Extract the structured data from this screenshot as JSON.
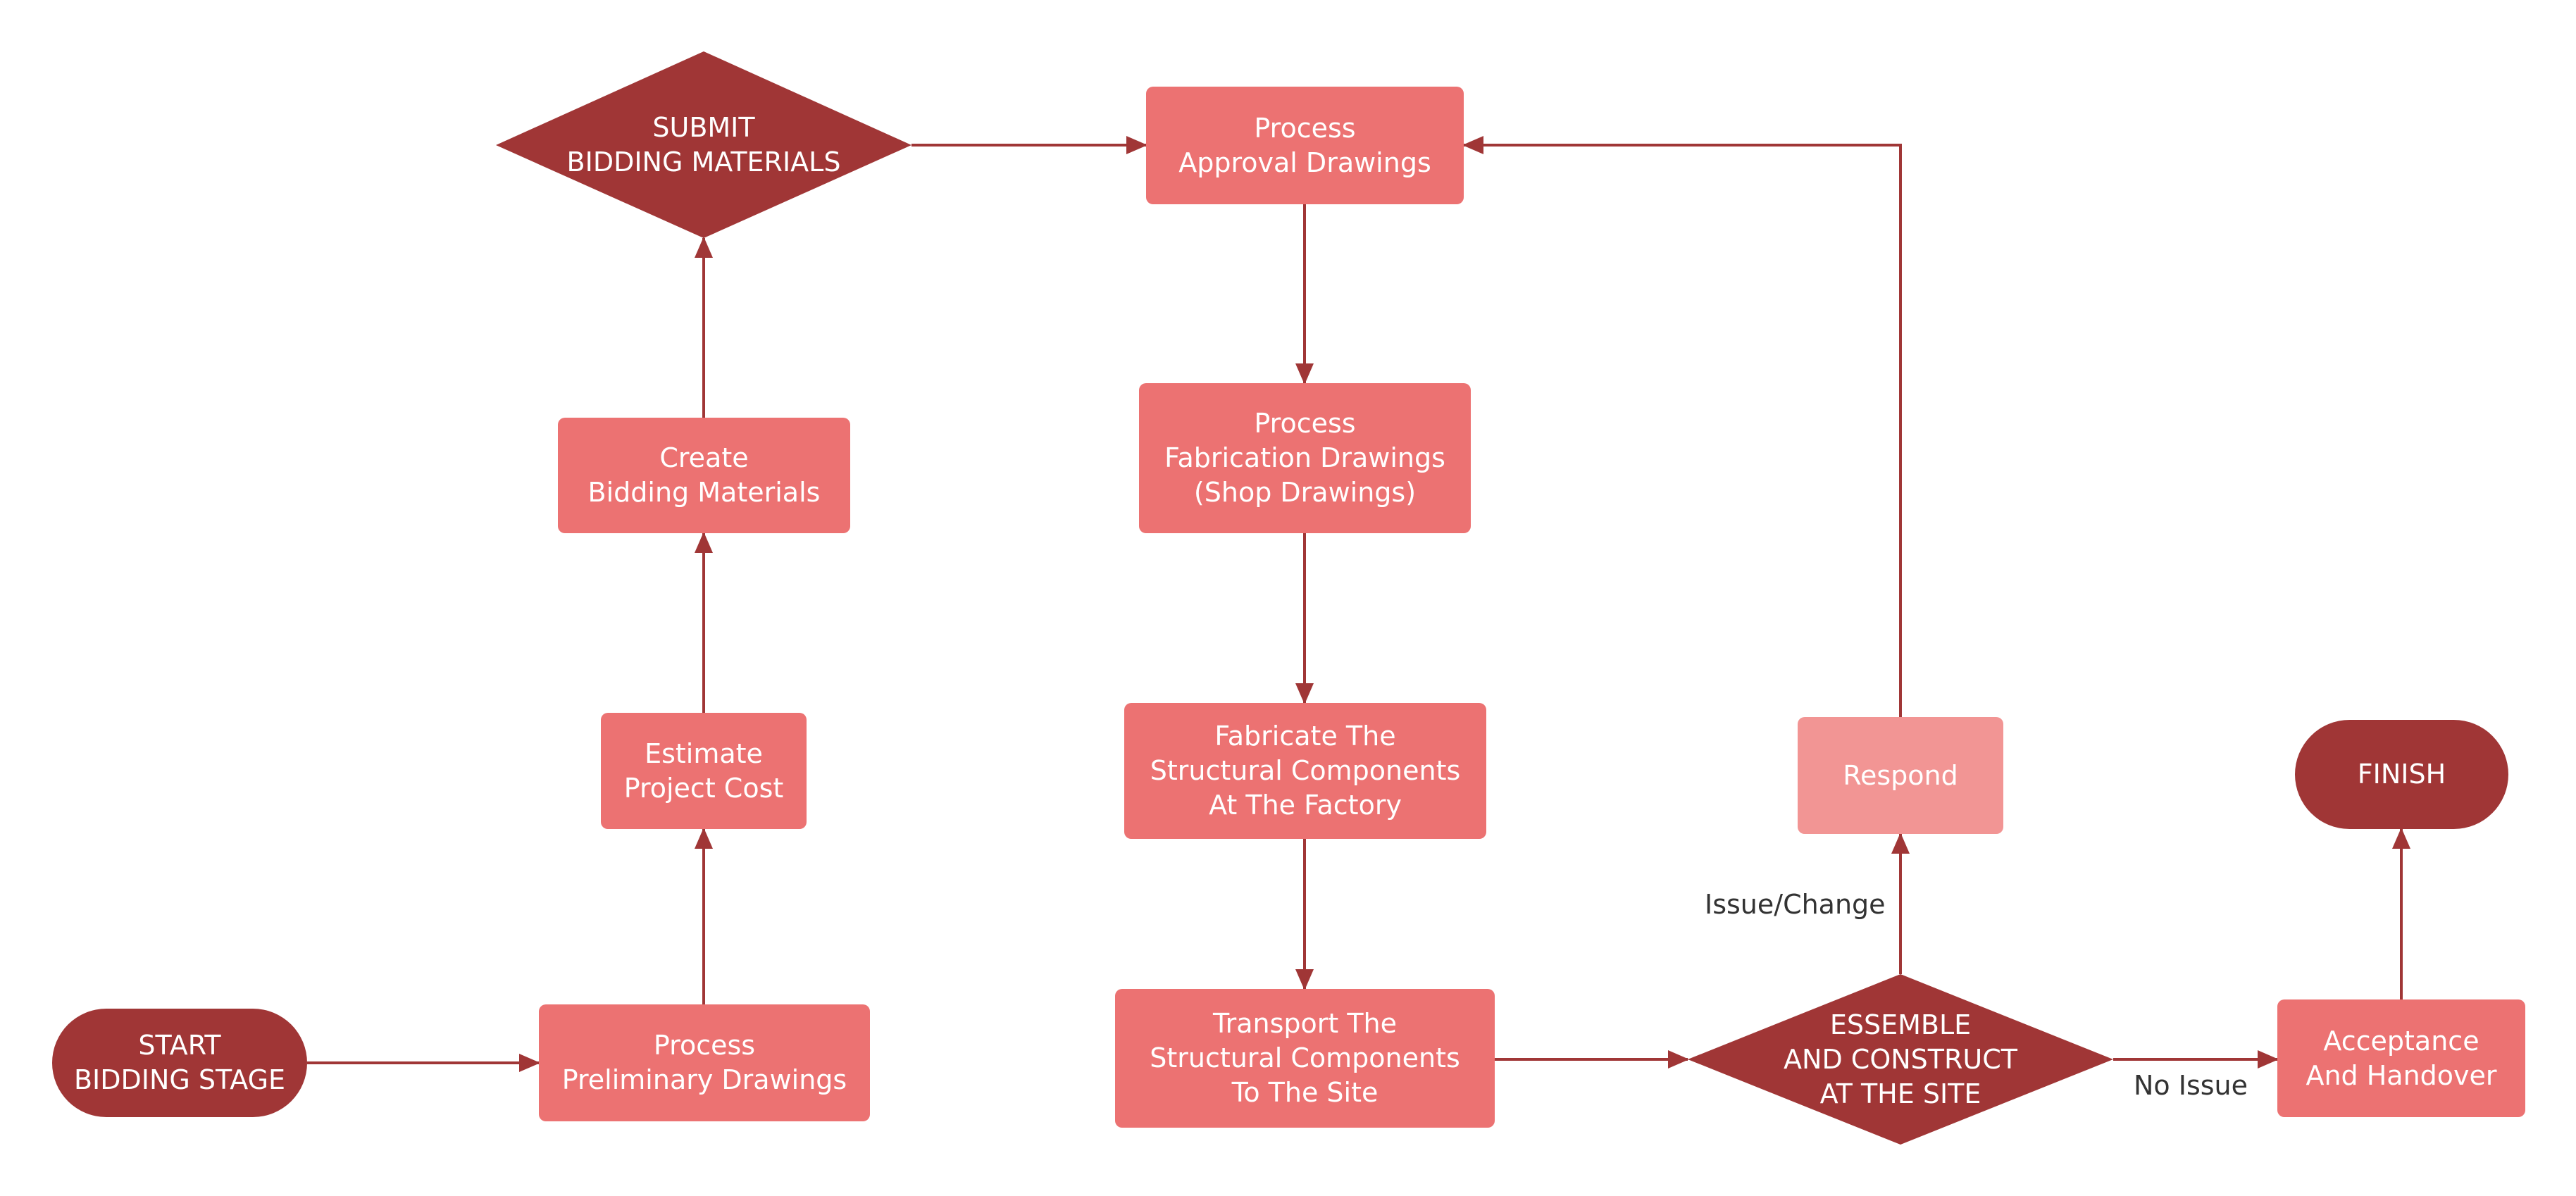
{
  "colors": {
    "dark": "#a03636",
    "process": "#ec7272",
    "light": "#f29594",
    "line": "#a03636",
    "text": "#ffffff",
    "label": "#333333"
  },
  "nodes": {
    "start": "START\nBIDDING STAGE",
    "prelim": "Process\nPreliminary Drawings",
    "estimate": "Estimate\nProject Cost",
    "create": "Create\nBidding Materials",
    "submit": "SUBMIT\nBIDDING MATERIALS",
    "approval": "Process\nApproval Drawings",
    "fabrication": "Process\nFabrication Drawings\n(Shop Drawings)",
    "fabricate": "Fabricate The\nStructural Components\nAt The Factory",
    "transport": "Transport The\nStructural Components\nTo The Site",
    "assemble": "ESSEMBLE\nAND CONSTRUCT\nAT THE SITE",
    "respond": "Respond",
    "acceptance": "Acceptance\nAnd Handover",
    "finish": "FINISH"
  },
  "edge_labels": {
    "issue": "Issue/Change",
    "no_issue": "No Issue"
  }
}
